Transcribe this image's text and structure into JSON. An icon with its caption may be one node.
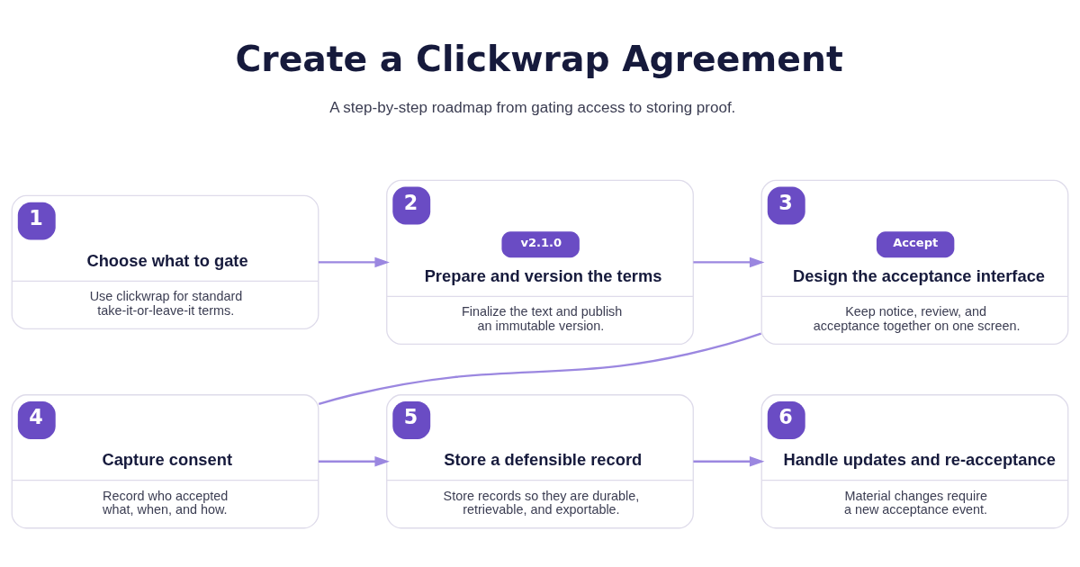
{
  "diagram": {
    "title": "Create a Clickwrap Agreement",
    "nodes": [
      {
        "text": [
          "1",
          "Choose what to gate",
          "Use clickwrap for standard take-it-or-leave-it terms."
        ]
      },
      {
        "text": [
          "2",
          "v2.1.0",
          "Prepare and version the terms",
          "Finalize the text and publish an immutable version."
        ]
      },
      {
        "text": [
          "3",
          "Accept",
          "Design the acceptance interface",
          "Keep notice, review, and acceptance together on one screen."
        ]
      },
      {
        "text": [
          "4",
          "Capture consent",
          "Record who accepted what, when, and how."
        ]
      },
      {
        "text": [
          "5",
          "Store a defensible record",
          "Store records so they are durable, retrievable, and exportable."
        ]
      },
      {
        "text": [
          "6",
          "Handle updates and re-acceptance",
          "Material changes require a new acceptance event."
        ]
      }
    ],
    "edges": [
      {
        "from": 0,
        "to": 1,
        "arrow": "to"
      },
      {
        "from": 1,
        "to": 2,
        "arrow": "to"
      },
      {
        "from": 2,
        "to": 3,
        "arrow": "none"
      },
      {
        "from": 3,
        "to": 4,
        "arrow": "to"
      },
      {
        "from": 4,
        "to": 5,
        "arrow": "to"
      }
    ],
    "labels": [
      "A step-by-step roadmap from gating access to storing proof."
    ]
  }
}
